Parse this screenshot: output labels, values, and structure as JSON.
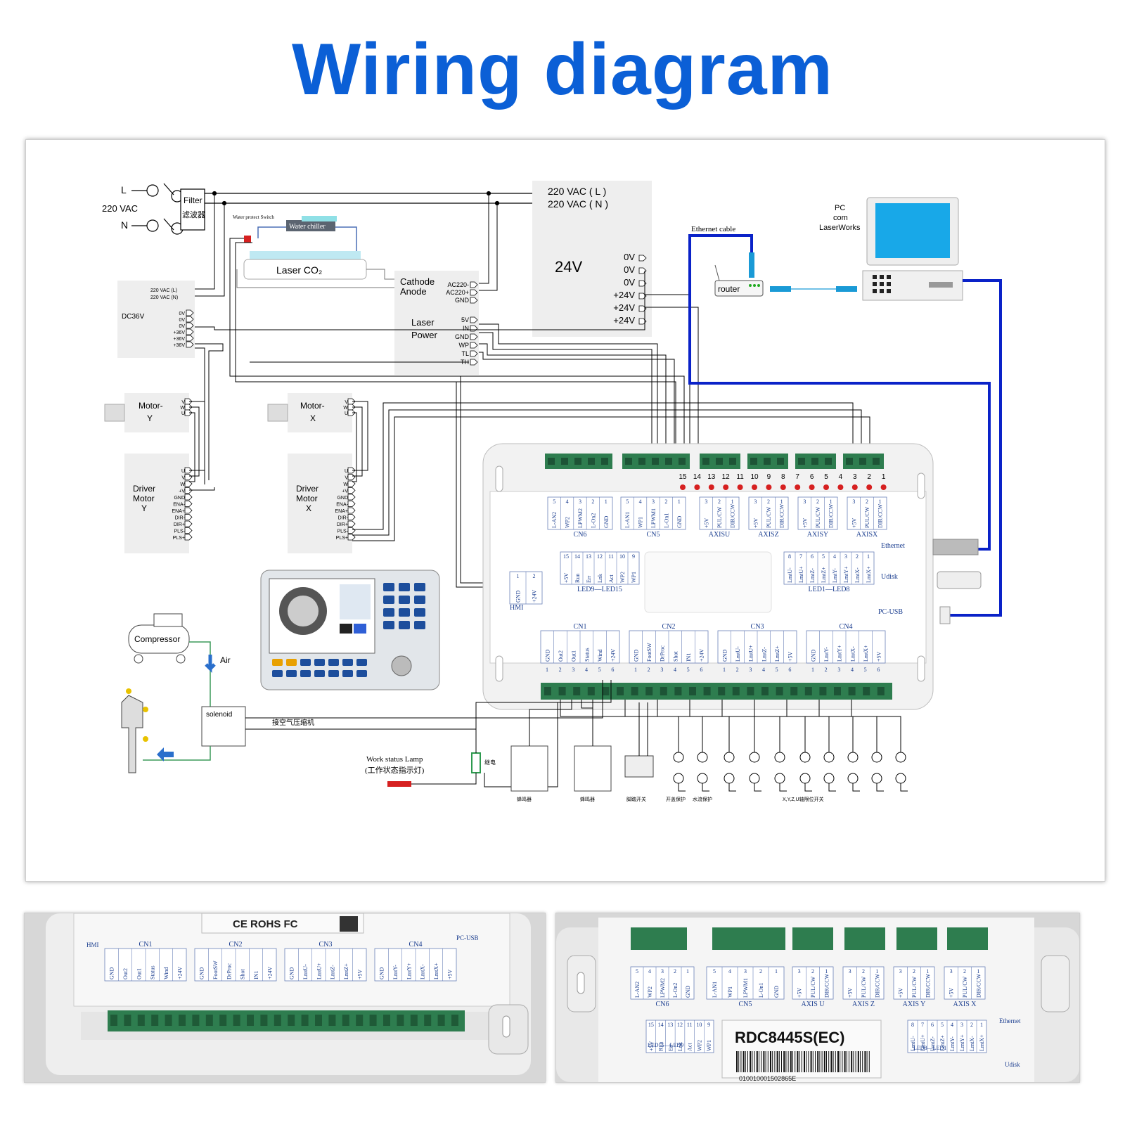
{
  "title": "Wiring diagram",
  "power": {
    "L": "L",
    "N": "N",
    "vac": "220 VAC",
    "filter": "Filter",
    "filter_cn": "滤波器"
  },
  "water": {
    "chiller": "Water chiller",
    "switch_label": "Water protect Switch",
    "laser": "Laser CO₂"
  },
  "psu24": {
    "in_l": "220 VAC ( L )",
    "in_n": "220 VAC ( N )",
    "label": "24V",
    "pins": [
      "0V",
      "0V",
      "0V",
      "+24V",
      "+24V",
      "+24V"
    ]
  },
  "dc36": {
    "label": "DC36V",
    "in_pins": [
      "220 VAC (L)",
      "220 VAC (N)"
    ],
    "out_pins": [
      "0V",
      "0V",
      "0V",
      "+36V",
      "+36V",
      "+36V"
    ]
  },
  "laser_power": {
    "label1": "Laser",
    "label2": "Power",
    "cathode": "Cathode",
    "anode": "Anode",
    "ac_pins": [
      "AC220-",
      "AC220+",
      "GND"
    ],
    "sig_pins": [
      "5V",
      "IN",
      "GND",
      "WP",
      "TL",
      "TH"
    ]
  },
  "network": {
    "cable": "Ethernet cable",
    "router": "router",
    "pc1": "PC",
    "pc2": "com",
    "pc3": "LaserWorks"
  },
  "motor_y": {
    "l1": "Motor-",
    "l2": "Y"
  },
  "motor_x": {
    "l1": "Motor-",
    "l2": "X"
  },
  "driver_y": {
    "l1": "Driver",
    "l2": "Motor",
    "l3": "Y"
  },
  "driver_x": {
    "l1": "Driver",
    "l2": "Motor",
    "l3": "X"
  },
  "motor_pins": [
    "V",
    "W",
    "U"
  ],
  "driver_pins": [
    "U",
    "V",
    "W",
    "+V",
    "GND",
    "ENA-",
    "ENA+",
    "DIR-",
    "DIR+",
    "PLS-",
    "PLS+"
  ],
  "air": {
    "compressor": "Compressor",
    "air": "Air",
    "solenoid": "solenoid",
    "cn_label": "接空气压缩机"
  },
  "lamp": {
    "en": "Work status Lamp",
    "cn": "(工作状态指示灯)",
    "relay": "继电"
  },
  "bottom_labels": {
    "buzzer1": "蜂鸣器",
    "buzzer2": "蜂鸣器",
    "foot": "脚踏开关",
    "protect": "开盖保护",
    "flow": "水流保护",
    "limits": "X,Y,Z,U轴限位开关"
  },
  "controller": {
    "top_numbers": [
      "15",
      "14",
      "13",
      "12",
      "11",
      "10",
      "9",
      "8",
      "7",
      "6",
      "5",
      "4",
      "3",
      "2",
      "1"
    ],
    "cn6": {
      "name": "CN6",
      "pins": [
        "L-AN2",
        "WP2",
        "LPWM2",
        "L-On2",
        "GND"
      ],
      "nums": [
        "5",
        "4",
        "3",
        "2",
        "1"
      ]
    },
    "cn5": {
      "name": "CN5",
      "pins": [
        "L-AN1",
        "WP1",
        "LPWM1",
        "L-On1",
        "GND"
      ],
      "nums": [
        "5",
        "4",
        "3",
        "2",
        "1"
      ]
    },
    "axes": [
      {
        "name": "AXISU",
        "pins": [
          "+5V",
          "PUL/CW",
          "DIR/CCW"
        ]
      },
      {
        "name": "AXISZ",
        "pins": [
          "+5V",
          "PUL/CW",
          "DIR/CCW"
        ]
      },
      {
        "name": "AXISY",
        "pins": [
          "+5V",
          "PUL/CW",
          "DIR/CCW"
        ]
      },
      {
        "name": "AXISX",
        "pins": [
          "+5V",
          "PUL/CW",
          "DIR/CCW"
        ]
      }
    ],
    "axis_nums": [
      "3",
      "2",
      "1"
    ],
    "led_left": {
      "name": "LED9—LED15",
      "nums": [
        "15",
        "14",
        "13",
        "12",
        "11",
        "10",
        "9"
      ],
      "pins": [
        "+5V",
        "Run",
        "Err",
        "Lnk",
        "Act",
        "WP2",
        "WP1"
      ]
    },
    "led_right": {
      "name": "LED1—LED8",
      "nums": [
        "8",
        "7",
        "6",
        "5",
        "4",
        "3",
        "2",
        "1"
      ],
      "pins": [
        "LmtU-",
        "LmtU+",
        "LmtZ-",
        "LmtZ+",
        "LmtY-",
        "LmtY+",
        "LmtX-",
        "LmtX+"
      ]
    },
    "hmi_pins": [
      "GND",
      "+24V"
    ],
    "hmi_nums": [
      "1",
      "2"
    ],
    "labels": {
      "ethernet": "Ethernet",
      "udisk": "Udisk",
      "pcusb": "PC-USB",
      "hmi": "HMI"
    },
    "cn1": {
      "name": "CN1",
      "pins": [
        "GND",
        "Out2",
        "Out1",
        "Status",
        "Wind",
        "+24V"
      ]
    },
    "cn2": {
      "name": "CN2",
      "pins": [
        "GND",
        "FootSW",
        "DrProc",
        "Shot",
        "IN1",
        "+24V"
      ]
    },
    "cn3": {
      "name": "CN3",
      "pins": [
        "GND",
        "LmtU-",
        "LmtU+",
        "LmtZ-",
        "LmtZ+",
        "+5V"
      ]
    },
    "cn4": {
      "name": "CN4",
      "pins": [
        "GND",
        "LmtY-",
        "LmtY+",
        "LmtX-",
        "LmtX+",
        "+5V"
      ]
    },
    "cn_nums": [
      "1",
      "2",
      "3",
      "4",
      "5",
      "6"
    ]
  },
  "photo_left": {
    "marks": "CE  ROHS  FC",
    "hmi": "HMI",
    "pcusb": "PC-USB",
    "cn": [
      "CN1",
      "CN2",
      "CN3",
      "CN4"
    ]
  },
  "photo_right": {
    "model": "RDC8445S(EC)",
    "barcode": "010010001502865E",
    "ethernet": "Ethernet",
    "udisk": "Udisk",
    "groups": [
      "CN6",
      "CN5",
      "AXIS U",
      "AXIS Z",
      "AXIS Y",
      "AXIS X"
    ],
    "led_left": "LED15—LED9",
    "led_right": "LED8—LED1"
  },
  "colors": {
    "title": "#0b5fd6",
    "blue_wire": "#0a22c8",
    "terminal_green": "#2e7d4f",
    "led_red": "#d62020"
  }
}
